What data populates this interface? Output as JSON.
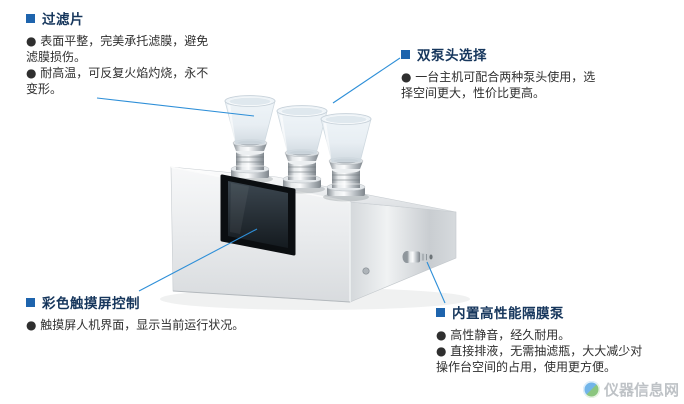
{
  "colors": {
    "accent_square": "#1e64ad",
    "callout_line": "#2e8fd8",
    "title_text": "#16365c",
    "body_text": "#2f2f2f"
  },
  "callouts": {
    "filter": {
      "title": "过滤片",
      "bullets": [
        "● 表面平整，完美承托滤膜，避免滤膜损伤。",
        "● 耐高温，可反复火焰灼烧，永不变形。"
      ]
    },
    "pump_head": {
      "title": "双泵头选择",
      "bullets": [
        "● 一台主机可配合两种泵头使用，选择空间更大，性价比更高。"
      ]
    },
    "touchscreen": {
      "title": "彩色触摸屏控制",
      "bullets": [
        "● 触摸屏人机界面，显示当前运行状况。"
      ]
    },
    "diaphragm_pump": {
      "title": "内置高性能隔膜泵",
      "bullets": [
        "● 高性静音，经久耐用。",
        "● 直接排液，无需抽滤瓶，大大减少对操作台空间的占用，使用更方便。"
      ]
    }
  },
  "watermark": {
    "text": "仪器信息网"
  }
}
